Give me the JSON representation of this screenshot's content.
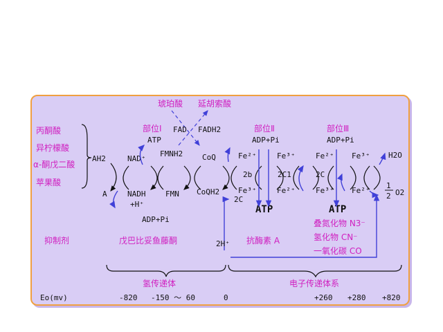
{
  "substrates": [
    "丙酮酸",
    "异柠檬酸",
    "α-酮戊二酸",
    "苹果酸"
  ],
  "top": {
    "succinate": "琥珀酸",
    "fumarate": "延胡索酸"
  },
  "sites": [
    "部位Ⅰ",
    "部位Ⅱ",
    "部位Ⅲ"
  ],
  "chain": {
    "ah2": "AH2",
    "a": "A",
    "nad": "NAD⁺",
    "nadh": "NADH",
    "h_plus": "+H⁺",
    "fmnh2": "FMNH2",
    "fmn": "FMN",
    "fad": "FAD",
    "fadh2": "FADH2",
    "coq": "CoQ",
    "coqh2": "CoQH2",
    "fe2_1": "Fe²⁺",
    "fe3_1": "Fe³⁺",
    "fe3_2": "Fe³⁺",
    "fe2_2": "Fe²⁺",
    "fe2_3": "Fe²⁺",
    "fe3_3": "Fe³⁺",
    "fe3_4": "Fe³⁺",
    "fe2_4": "Fe²⁺",
    "cyt_2b": "2b",
    "cyt_2c1": "2C1",
    "cyt_2c": "2C",
    "c_2c": "2C",
    "h2o": "H2O",
    "o2": "O2",
    "half_num": "1",
    "half_den": "2",
    "two_h": "2H⁺"
  },
  "atp_labels": {
    "atp_top1": "ATP",
    "adp_pi_1": "ADP+Pi",
    "adp_pi_2": "ADP+Pi",
    "adp_pi_3": "ADP+Pi",
    "atp_mid1": "ATP",
    "atp_mid2": "ATP"
  },
  "inhibitors": {
    "label": "抑制剂",
    "rotenone": "戊巴比妥鱼藤酮",
    "antimycin": "抗酶素 A",
    "azide": "叠氮化物 N3⁻",
    "cyanide": "氢化物 CN⁻",
    "co": "一氧化碳 CO"
  },
  "groups": {
    "hydrogen": "氢传递体",
    "electron": "电子传递体系"
  },
  "potential": {
    "label": "Eo(mv)",
    "values": [
      "-820",
      "-150 ～ 60",
      "0",
      "+260",
      "+280",
      "+820"
    ]
  },
  "colors": {
    "panel": "#d9cdf5",
    "border": "#f0a040",
    "magenta": "#d020c0",
    "blue": "#4040d8"
  }
}
